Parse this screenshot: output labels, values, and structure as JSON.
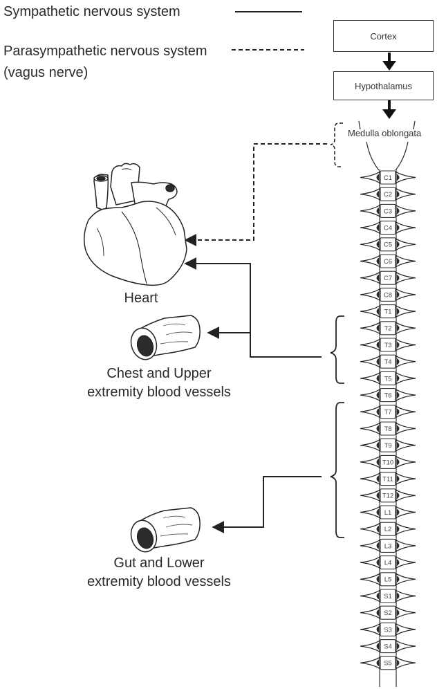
{
  "legend": {
    "sympathetic": "Sympathetic nervous system",
    "parasympathetic_line1": "Parasympathetic nervous system",
    "parasympathetic_line2": "(vagus nerve)"
  },
  "brain": {
    "cortex": "Cortex",
    "hypothalamus": "Hypothalamus",
    "medulla": "Medulla oblongata"
  },
  "organs": {
    "heart": "Heart",
    "chest_line1": "Chest and Upper",
    "chest_line2": "extremity blood vessels",
    "gut_line1": "Gut and Lower",
    "gut_line2": "extremity blood vessels"
  },
  "vertebrae": [
    "C1",
    "C2",
    "C3",
    "C4",
    "C5",
    "C6",
    "C7",
    "C8",
    "T1",
    "T2",
    "T3",
    "T4",
    "T5",
    "T6",
    "T7",
    "T8",
    "T9",
    "T10",
    "T11",
    "T12",
    "L1",
    "L2",
    "L3",
    "L4",
    "L5",
    "S1",
    "S2",
    "S3",
    "S4",
    "S5"
  ],
  "colors": {
    "line": "#222222",
    "fill_dark": "#2b2b2b",
    "background": "#ffffff"
  }
}
